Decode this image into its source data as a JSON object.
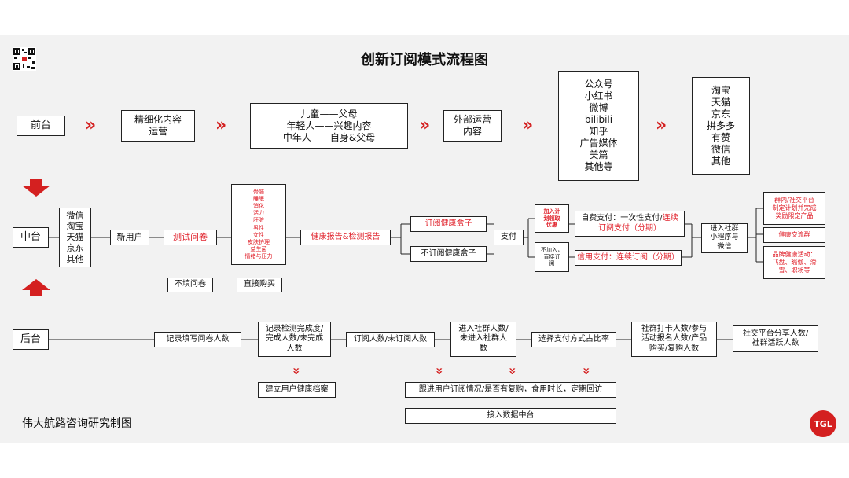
{
  "title": "创新订阅模式流程图",
  "footer": "伟大航路咨询研究制图",
  "logo": "TGL",
  "colors": {
    "accent": "#e0202a",
    "background": "#f2f2f2"
  },
  "rows": {
    "front": "前台",
    "middle": "中台",
    "back": "后台"
  },
  "front": {
    "b1": "精细化内容\n运营",
    "b2": "儿童——父母\n年轻人——兴趣内容\n中年人——自身&父母",
    "b3": "外部运营\n内容",
    "b4": "公众号\n小红书\n微博\nbilibili\n知乎\n广告媒体\n美篇\n其他等",
    "b5": "淘宝\n天猫\n京东\n拼多多\n有赞\n微信\n其他"
  },
  "middle": {
    "channels": "微信\n淘宝\n天猫\n京东\n其他",
    "new_user": "新用户",
    "quiz": "测试问卷",
    "no_quiz": "不填问卷",
    "direct_buy": "直接购买",
    "dimensions": "骨骼\n睡眠\n消化\n活力\n肝脏\n男性\n女性\n皮肤护理\n益生菌\n情绪与压力",
    "report": "健康报告&检测报告",
    "subscribe_box": "订阅健康盒子",
    "no_subscribe_box": "不订阅健康盒子",
    "pay": "支付",
    "join_plan": "加入计\n划领取\n优惠",
    "not_join": "不加入，\n直接订\n阅",
    "self_pay_black": "自费支付：一次性支付/",
    "self_pay_red": "连续",
    "self_pay_line2": "订阅支付（分期）",
    "credit_pay": "信用支付：连续订阅（分期）",
    "community": "进入社群\n小程序与\n微信",
    "r1": "群内/社交平台\n制定计划并完成\n奖励限定产品",
    "r2": "健康交流群",
    "r3": "品牌健康活动：\n飞盘、瑜伽、滑\n雪、职场等"
  },
  "back": {
    "b1": "记录填写问卷人数",
    "b2": "记录检测完成度/\n完成人数/未完成\n人数",
    "b3": "订阅人数/未订阅人数",
    "b4": "进入社群人数/\n未进入社群人\n数",
    "b5": "选择支付方式占比率",
    "b6": "社群打卡人数/参与\n活动报名人数/产品\n购买/复购人数",
    "b7": "社交平台分享人数/\n社群活跃人数",
    "o1": "建立用户健康档案",
    "o2": "跟进用户订阅情况/是否有复购，食用时长，定期回访",
    "o3": "接入数据中台"
  }
}
